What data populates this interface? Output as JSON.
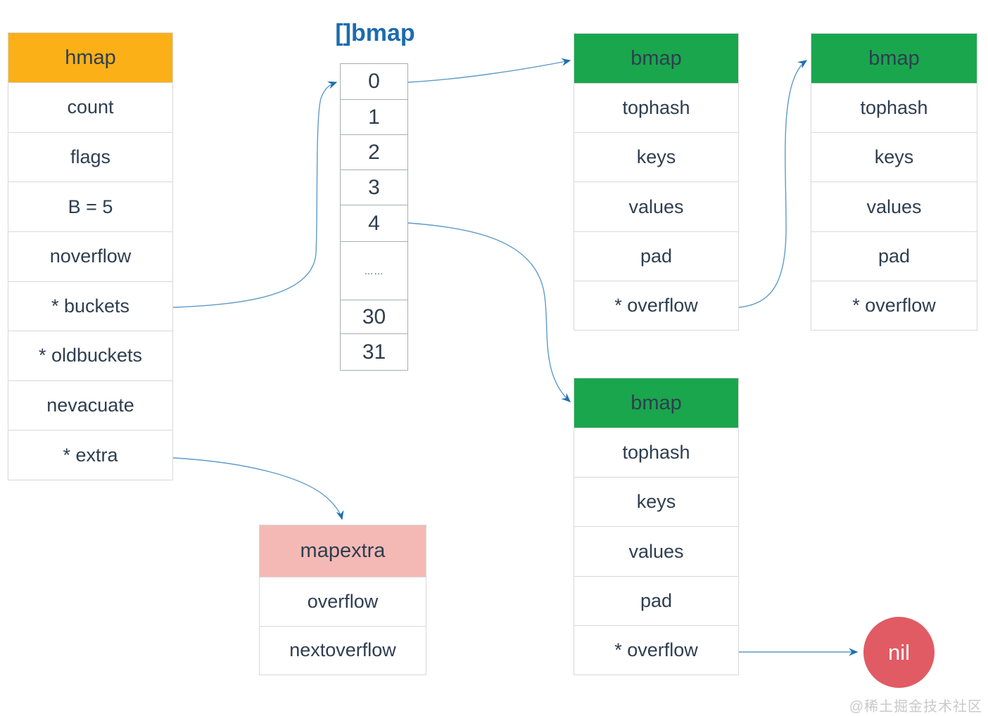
{
  "diagram": {
    "hmap": {
      "title": "hmap",
      "header_color": "#fbb017",
      "rows": [
        "count",
        "flags",
        "B = 5",
        "noverflow",
        "* buckets",
        "* oldbuckets",
        "nevacuate",
        "* extra"
      ]
    },
    "bucket_array": {
      "title": "[]bmap",
      "cells": [
        "0",
        "1",
        "2",
        "3",
        "4",
        "……",
        "30",
        "31"
      ]
    },
    "bmap_top": {
      "title": "bmap",
      "header_color": "#1aa64d",
      "rows": [
        "tophash",
        "keys",
        "values",
        "pad",
        "* overflow"
      ]
    },
    "bmap_right": {
      "title": "bmap",
      "header_color": "#1aa64d",
      "rows": [
        "tophash",
        "keys",
        "values",
        "pad",
        "* overflow"
      ]
    },
    "bmap_bottom": {
      "title": "bmap",
      "header_color": "#1aa64d",
      "rows": [
        "tophash",
        "keys",
        "values",
        "pad",
        "* overflow"
      ]
    },
    "mapextra": {
      "title": "mapextra",
      "header_color": "#f4b9b5",
      "rows": [
        "overflow",
        "nextoverflow"
      ]
    },
    "nil_node": {
      "label": "nil",
      "color": "#e15b64"
    },
    "watermark": "@稀土掘金技术社区",
    "colors": {
      "text": "#2e3e50",
      "array_label_blue": "#1d6bae",
      "arrow_line": "#5f9bc8",
      "arrow_head": "#1f6fae",
      "table_border": "#d8d8d8",
      "array_border": "#a9adb2"
    },
    "edges": [
      {
        "from": "hmap.* buckets",
        "to": "bucket-array.cell-0"
      },
      {
        "from": "bucket-array.cell-0",
        "to": "bmap-top"
      },
      {
        "from": "bucket-array.cell-4",
        "to": "bmap-bottom"
      },
      {
        "from": "bmap-top.* overflow",
        "to": "bmap-right"
      },
      {
        "from": "bmap-bottom.* overflow",
        "to": "nil"
      },
      {
        "from": "hmap.* extra",
        "to": "mapextra"
      }
    ]
  }
}
